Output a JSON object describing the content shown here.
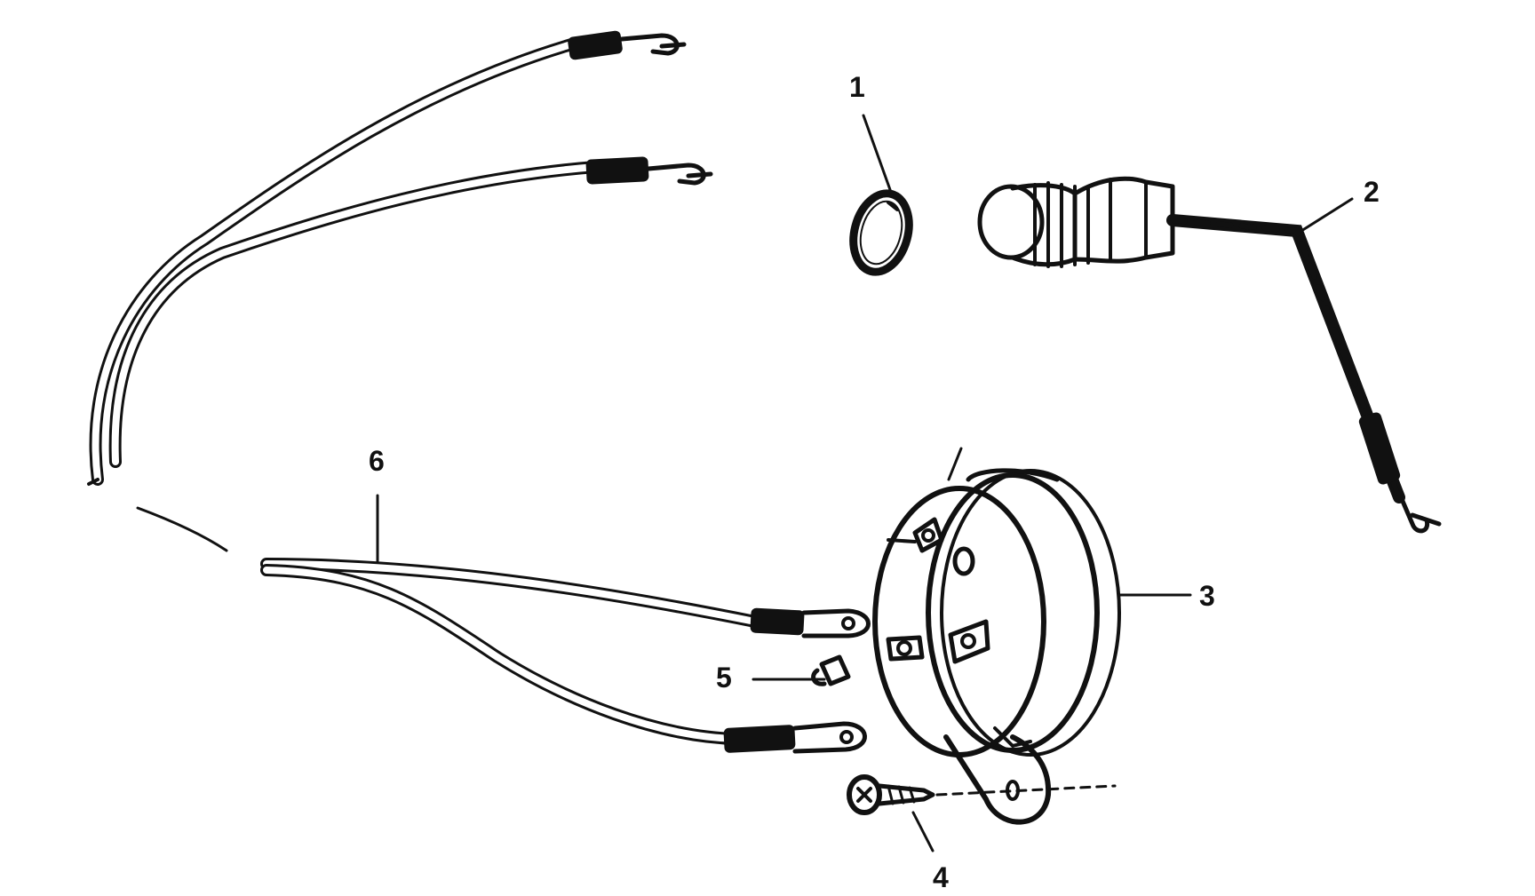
{
  "diagram": {
    "callouts": [
      {
        "id": "1"
      },
      {
        "id": "2"
      },
      {
        "id": "3"
      },
      {
        "id": "4"
      },
      {
        "id": "5"
      },
      {
        "id": "6"
      }
    ]
  }
}
